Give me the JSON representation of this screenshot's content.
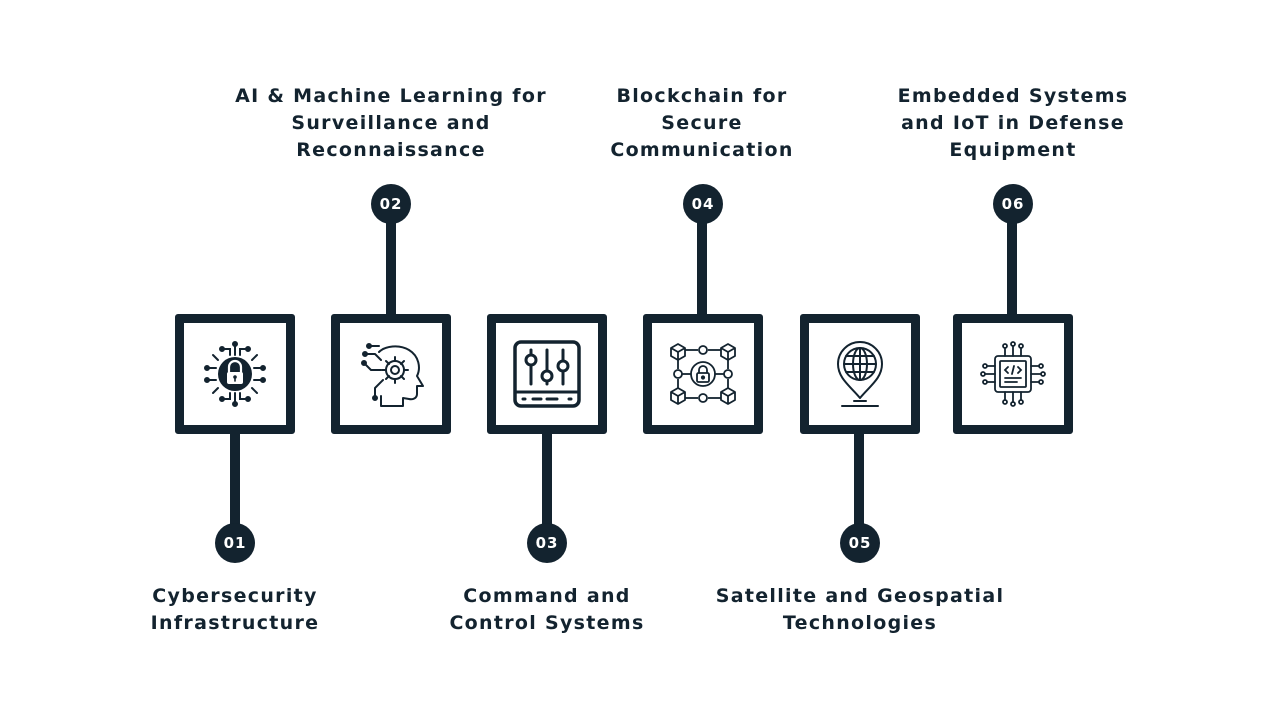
{
  "diagram": {
    "accent_color": "#13232f",
    "steps": [
      {
        "number": "01",
        "label": "Cybersecurity\nInfrastructure",
        "icon": "circuit-lock-icon"
      },
      {
        "number": "02",
        "label": "AI & Machine Learning for\nSurveillance and\nReconnaissance",
        "icon": "head-gear-icon"
      },
      {
        "number": "03",
        "label": "Command and\nControl Systems",
        "icon": "control-panel-sliders-icon"
      },
      {
        "number": "04",
        "label": "Blockchain for\nSecure\nCommunication",
        "icon": "blockchain-lock-icon"
      },
      {
        "number": "05",
        "label": "Satellite and Geospatial\nTechnologies",
        "icon": "globe-pin-icon"
      },
      {
        "number": "06",
        "label": "Embedded Systems\nand IoT in Defense\nEquipment",
        "icon": "microchip-code-icon"
      }
    ]
  }
}
